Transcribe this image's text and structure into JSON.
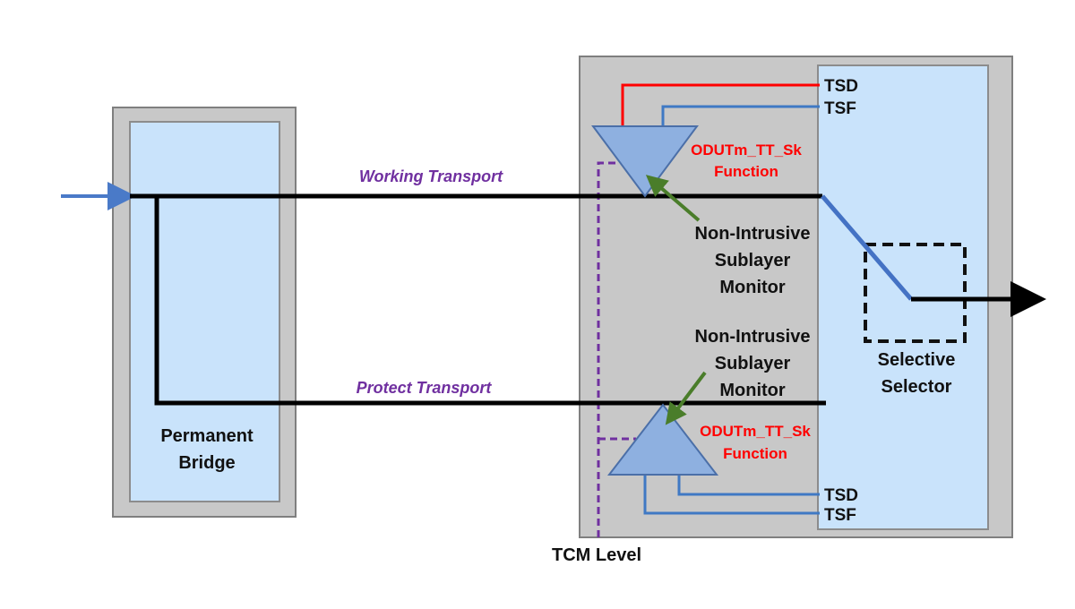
{
  "bridge": {
    "line1": "Permanent",
    "line2": "Bridge"
  },
  "transports": {
    "working": "Working Transport",
    "protect": "Protect Transport"
  },
  "monitors": {
    "top": {
      "function_name": "ODUTm_TT_Sk",
      "function_word": "Function",
      "desc_line1": "Non-Intrusive",
      "desc_line2": "Sublayer",
      "desc_line3": "Monitor",
      "signal_degrade": "TSD",
      "signal_fail": "TSF"
    },
    "bottom": {
      "function_name": "ODUTm_TT_Sk",
      "function_word": "Function",
      "desc_line1": "Non-Intrusive",
      "desc_line2": "Sublayer",
      "desc_line3": "Monitor",
      "signal_degrade": "TSD",
      "signal_fail": "TSF"
    }
  },
  "selector": {
    "line1": "Selective",
    "line2": "Selector"
  },
  "tcm": {
    "label": "TCM Level"
  },
  "colors": {
    "panel_gray": "#c8c8c8",
    "light_blue": "#c9e3fb",
    "triangle_blue": "#8eb0e0",
    "red_line": "#ff0000",
    "blue_line": "#3f79c4",
    "green_arrow": "#4a7d2a",
    "purple_dash": "#7030a0"
  }
}
